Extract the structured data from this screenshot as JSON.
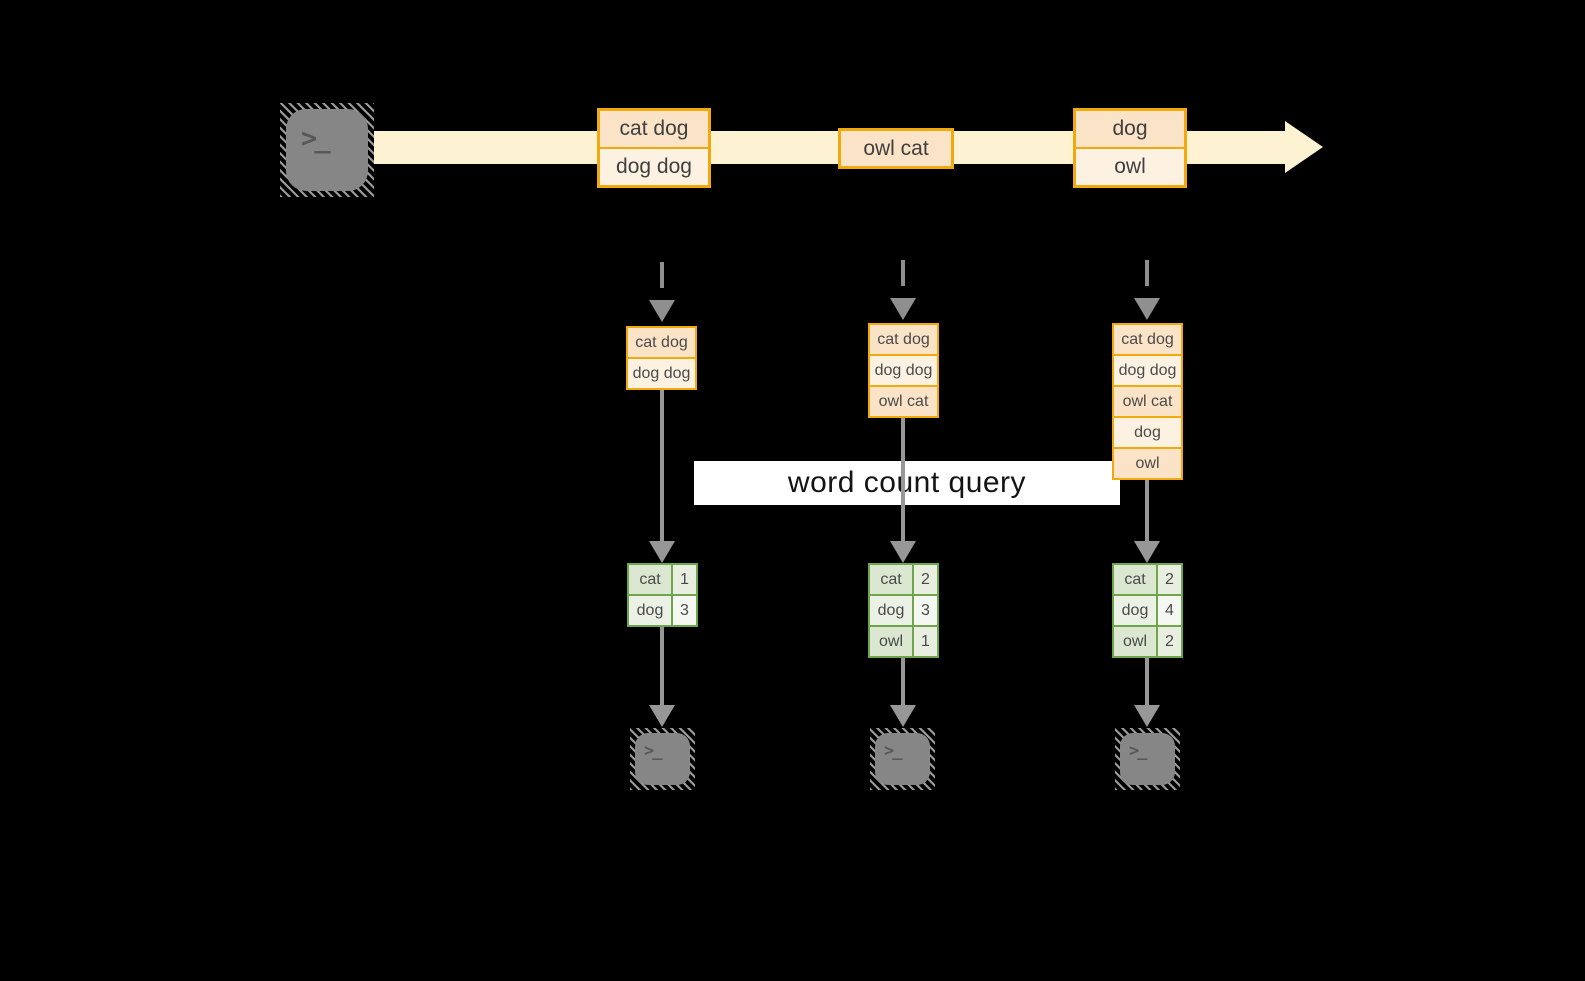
{
  "colors": {
    "background": "#000000",
    "stream_band": "#fdf3d3",
    "orange_border": "#f2a90b",
    "peach_cell": "#fbe3c7",
    "cream_cell": "#fdf2e2",
    "green_border": "#6fa64c",
    "arrow_gray": "#979797",
    "terminal_gray": "#868686",
    "query_band_bg": "#ffffff"
  },
  "source": {
    "terminal_glyph": ">_"
  },
  "stream": {
    "records": [
      {
        "lines": [
          "cat dog",
          "dog dog"
        ]
      },
      {
        "lines": [
          "owl cat"
        ]
      },
      {
        "lines": [
          "dog",
          "owl"
        ]
      }
    ]
  },
  "query": {
    "label": "word count query"
  },
  "columns": [
    {
      "buffer": [
        "cat dog",
        "dog dog"
      ],
      "counts": [
        {
          "word": "cat",
          "count": "1"
        },
        {
          "word": "dog",
          "count": "3"
        }
      ],
      "terminal_glyph": ">_"
    },
    {
      "buffer": [
        "cat dog",
        "dog dog",
        "owl cat"
      ],
      "counts": [
        {
          "word": "cat",
          "count": "2"
        },
        {
          "word": "dog",
          "count": "3"
        },
        {
          "word": "owl",
          "count": "1"
        }
      ],
      "terminal_glyph": ">_"
    },
    {
      "buffer": [
        "cat dog",
        "dog dog",
        "owl cat",
        "dog",
        "owl"
      ],
      "counts": [
        {
          "word": "cat",
          "count": "2"
        },
        {
          "word": "dog",
          "count": "4"
        },
        {
          "word": "owl",
          "count": "2"
        }
      ],
      "terminal_glyph": ">_"
    }
  ]
}
